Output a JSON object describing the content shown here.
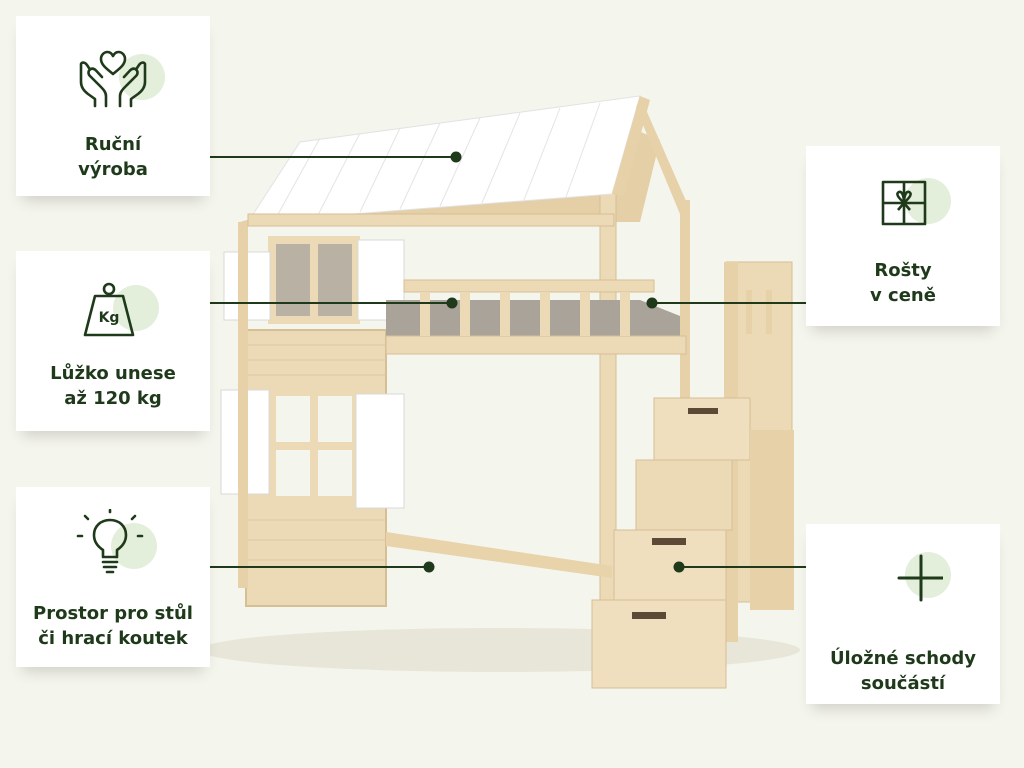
{
  "features": [
    {
      "id": "handmade",
      "label": "Ruční\nvýroba",
      "icon": "hands-heart-icon"
    },
    {
      "id": "load",
      "label": "Lůžko unese\naž 120 kg",
      "icon": "kg-weight-icon",
      "weight_symbol": "Kg"
    },
    {
      "id": "space",
      "label": "Prostor pro stůl\nči hrací koutek",
      "icon": "lightbulb-icon"
    },
    {
      "id": "slats",
      "label": "Rošty\nv ceně",
      "icon": "gift-icon"
    },
    {
      "id": "stairs",
      "label": "Úložné schody\nsoučástí",
      "icon": "plus-icon"
    }
  ],
  "colors": {
    "background": "#f4f5ec",
    "card": "#ffffff",
    "text": "#1e3a1a",
    "connector": "#1e3a1a",
    "accent_blob": "#e3eedb",
    "wood": "#ecd9b6",
    "wood_dark": "#d6bf95",
    "roof": "#ffffff",
    "mattress": "#a9a39a"
  }
}
